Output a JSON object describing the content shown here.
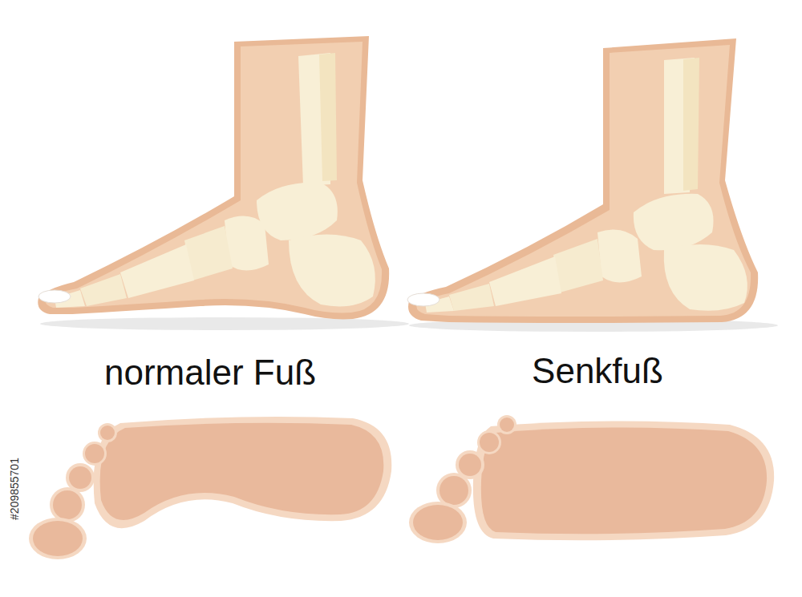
{
  "diagram": {
    "labels": [
      "normaler Fuß",
      "Senkfuß",
      "#209855701"
    ]
  }
}
